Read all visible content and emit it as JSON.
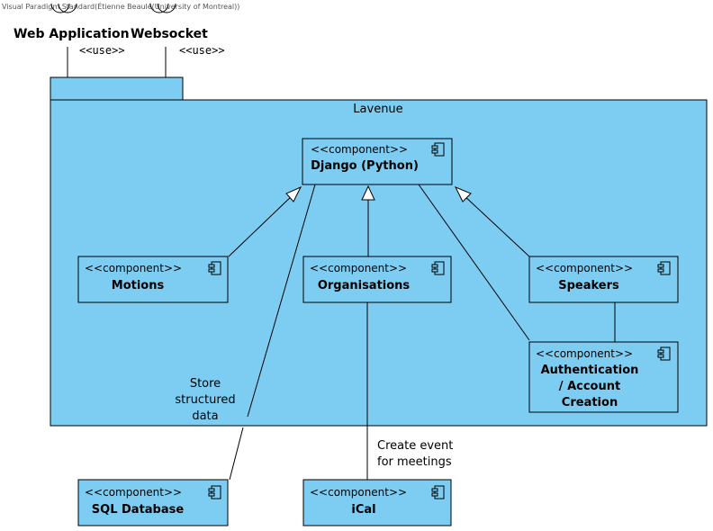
{
  "watermark": "Visual Paradigm Standard(Étienne Beaulé(University of Montreal))",
  "colors": {
    "fill": "#7dcdf3",
    "stroke": "#000000"
  },
  "interfaces": [
    {
      "label": "Web Application",
      "relation": "<<use>>"
    },
    {
      "label": "Websocket",
      "relation": "<<use>>"
    }
  ],
  "package": {
    "name": "Lavenue"
  },
  "components": {
    "django": {
      "stereotype": "<<component>>",
      "name_lines": [
        "Django (Python)"
      ]
    },
    "motions": {
      "stereotype": "<<component>>",
      "name_lines": [
        "Motions"
      ]
    },
    "orgs": {
      "stereotype": "<<component>>",
      "name_lines": [
        "Organisations"
      ]
    },
    "speakers": {
      "stereotype": "<<component>>",
      "name_lines": [
        "Speakers"
      ]
    },
    "auth": {
      "stereotype": "<<component>>",
      "name_lines": [
        "Authentication",
        "/ Account",
        "Creation"
      ]
    },
    "sql": {
      "stereotype": "<<component>>",
      "name_lines": [
        "SQL Database"
      ]
    },
    "ical": {
      "stereotype": "<<component>>",
      "name_lines": [
        "iCal"
      ]
    }
  },
  "notes": {
    "store": [
      "Store",
      "structured",
      "data"
    ],
    "create": [
      "Create event",
      "for meetings"
    ]
  }
}
